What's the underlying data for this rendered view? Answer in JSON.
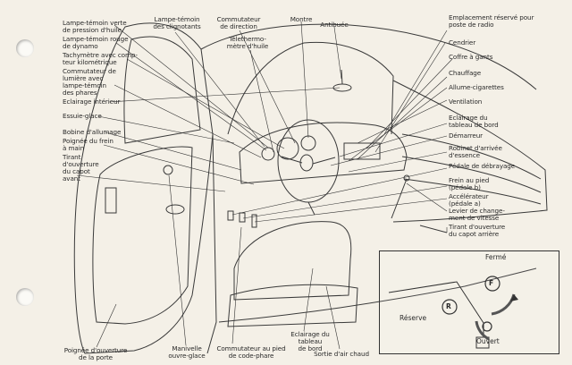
{
  "labels_left": [
    "Lampe-témoin verte\nde pression d'huile",
    "Lampe-témoin rouge\nde dynamo",
    "Tachymètre avec comp-\nteur kilométrique",
    "Commutateur de\nlumière avec\nlampe-témoin\ndes phares",
    "Eclairage intérieur",
    "Essuie-glace",
    "Bobine d'allumage",
    "Poignée du frein\nà main",
    "Tirant\nd'ouverture\ndu capot\navant"
  ],
  "labels_top": [
    "Lampe-témoin\ndes clignotants",
    "Commutateur\nde direction",
    "Télethermo-\nmètre d'huile",
    "Montre",
    "Antibuée"
  ],
  "labels_right": [
    "Emplacement réservé pour\nposte de radio",
    "Cendrier",
    "Coffre à gants",
    "Chauffage",
    "Allume-cigarettes",
    "Ventilation",
    "Eclairage du\ntableau de bord",
    "Démarreur",
    "Robinet d'arrivée\nd'essence",
    "Pédale de débrayage",
    "Frein au pied\n(pédale b)",
    "Accélérateur\n(pédale a)",
    "Levier de change-\nment de vitesse",
    "Tirant d'ouverture\ndu capot arrière"
  ],
  "labels_bottom": [
    "Poignée d'ouverture\nde la porte",
    "Manivelle\nouvre-glace",
    "Commutateur au pied\nde code-phare",
    "Eclairage du tableau\nde bord",
    "Sortie d'air chaud"
  ],
  "inset": {
    "ferme": "Fermé",
    "reserve": "Réserve",
    "ouvert": "Ouvert",
    "f_letter": "F",
    "r_letter": "R"
  }
}
